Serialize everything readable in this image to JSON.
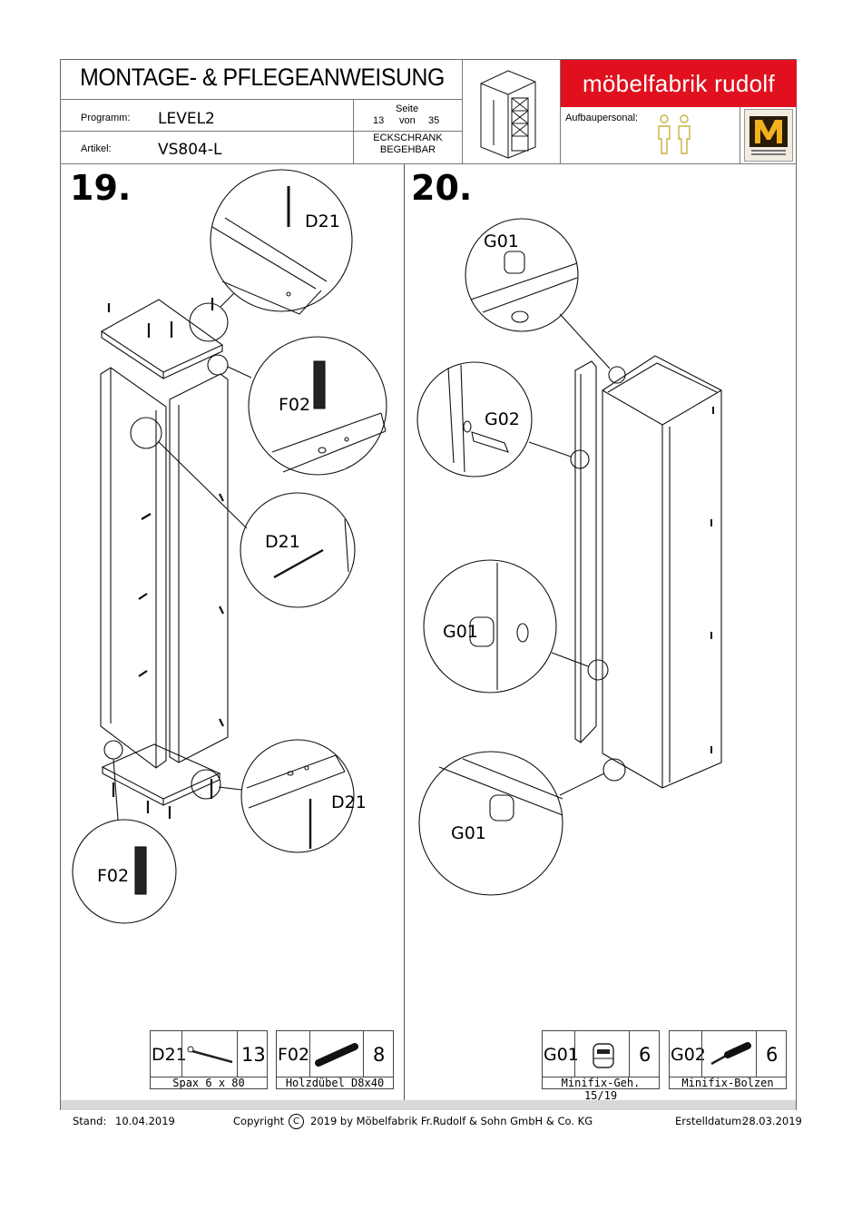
{
  "header": {
    "title": "MONTAGE- & PFLEGEANWEISUNG",
    "programm_label": "Programm:",
    "programm_value": "LEVEL2",
    "artikel_label": "Artikel:",
    "artikel_value": "VS804-L",
    "seite_label": "Seite",
    "page_current": "13",
    "page_of": "von",
    "page_total": "35",
    "product_line1": "ECKSCHRANK",
    "product_line2": "BEGEHBAR",
    "brand": "möbelfabrik rudolf",
    "aufbaupersonal_label": "Aufbaupersonal:"
  },
  "steps": [
    {
      "number": "19.",
      "callouts": [
        "D21",
        "F02",
        "D21",
        "D21",
        "F02"
      ]
    },
    {
      "number": "20.",
      "callouts": [
        "G01",
        "G02",
        "G01",
        "G01"
      ]
    }
  ],
  "parts": [
    {
      "code": "D21",
      "qty": "13",
      "name": "Spax  6 x 80"
    },
    {
      "code": "F02",
      "qty": "8",
      "name": "Holzdübel D8x40"
    },
    {
      "code": "G01",
      "qty": "6",
      "name": "Minifix-Geh. 15/19"
    },
    {
      "code": "G02",
      "qty": "6",
      "name": "Minifix-Bolzen"
    }
  ],
  "footer": {
    "stand_label": "Stand:",
    "stand_date": "10.04.2019",
    "copyright_prefix": "Copyright",
    "copyright_symbol": "C",
    "copyright_text": "2019  by Möbelfabrik Fr.Rudolf & Sohn GmbH & Co. KG",
    "erstell_label": "Erstelldatum:",
    "erstell_date": "28.03.2019"
  },
  "colors": {
    "brand_red": "#e0101e",
    "person_icon": "#c9b040"
  }
}
